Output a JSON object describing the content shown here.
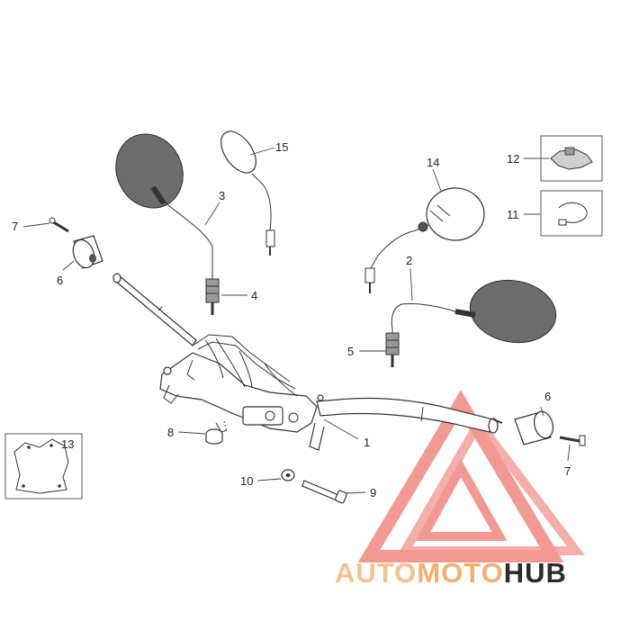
{
  "callouts": {
    "c1": "1",
    "c2": "2",
    "c3": "3",
    "c4": "4",
    "c5": "5",
    "c6a": "6",
    "c6b": "6",
    "c7a": "7",
    "c7b": "7",
    "c8": "8",
    "c9": "9",
    "c10": "10",
    "c11": "11",
    "c12": "12",
    "c13": "13",
    "c14": "14",
    "c15": "15"
  },
  "watermark": {
    "part1": "AUTO",
    "part2": "MOTO",
    "part3": "HUB",
    "color_light": "#f5c28a",
    "color_dark": "#2b2b2b",
    "triangle_color": "#e8463c"
  }
}
